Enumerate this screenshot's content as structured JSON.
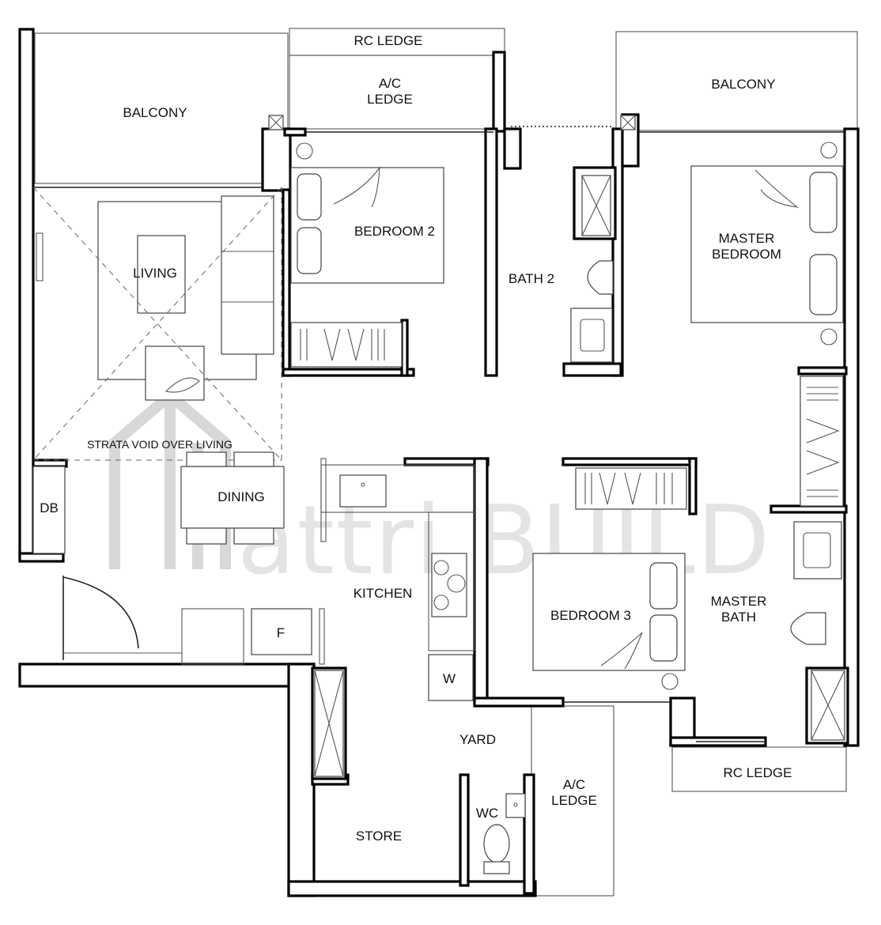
{
  "rooms": {
    "rc_ledge_top": "RC LEDGE",
    "ac_ledge_top_1": "A/C",
    "ac_ledge_top_2": "LEDGE",
    "balcony_left": "BALCONY",
    "balcony_right": "BALCONY",
    "bedroom_2": "BEDROOM 2",
    "living": "LIVING",
    "bath_2": "BATH 2",
    "master_bedroom_1": "MASTER",
    "master_bedroom_2": "BEDROOM",
    "strata_void": "STRATA VOID OVER LIVING",
    "db": "DB",
    "dining": "DINING",
    "kitchen": "KITCHEN",
    "bedroom_3": "BEDROOM 3",
    "master_bath_1": "MASTER",
    "master_bath_2": "BATH",
    "fridge": "F",
    "washer": "W",
    "yard": "YARD",
    "ac_ledge_bottom_1": "A/C",
    "ac_ledge_bottom_2": "LEDGE",
    "wc": "WC",
    "store": "STORE",
    "rc_ledge_bottom": "RC LEDGE"
  },
  "watermark": "attri.BUILD"
}
